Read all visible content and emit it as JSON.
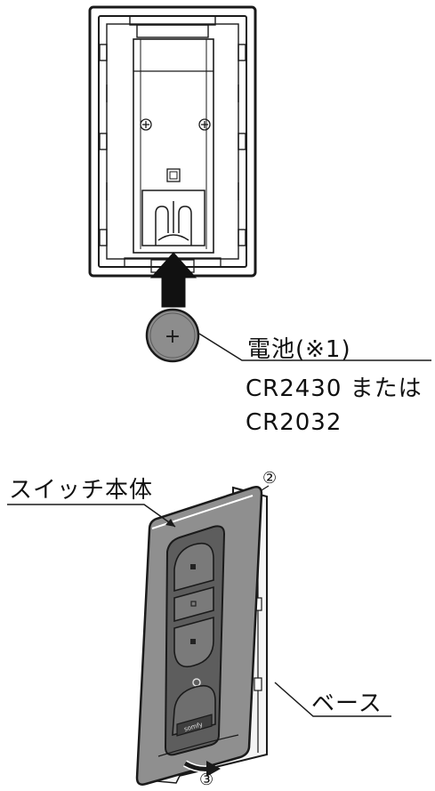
{
  "labels": {
    "battery_title": "電池(※1)",
    "battery_line1": "CR2430 または",
    "battery_line2": "CR2032",
    "switch_body": "スイッチ本体",
    "base": "ベース",
    "step2": "②",
    "step3": "③",
    "battery_symbol": "+",
    "brand": "somfy"
  },
  "colors": {
    "line": "#1a1a1a",
    "face_gray": "#8f8f8f",
    "face_dark": "#5d5d5d",
    "button_gray": "#6e6e6e",
    "battery_gray": "#8d8d8d"
  }
}
